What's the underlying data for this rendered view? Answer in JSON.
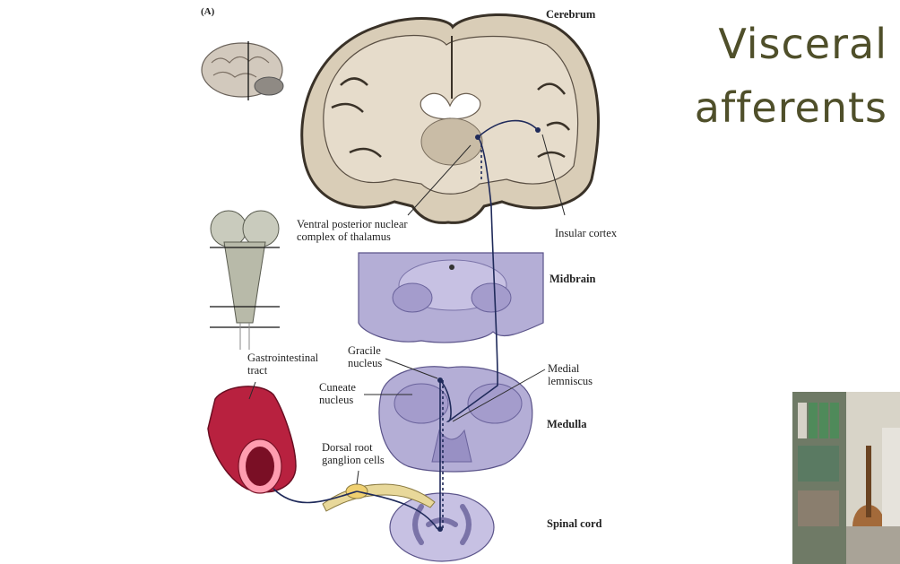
{
  "slide": {
    "title_line1": "Visceral",
    "title_line2": "afferents"
  },
  "figure": {
    "panel_label": "(A)",
    "region_labels": {
      "cerebrum": "Cerebrum",
      "midbrain": "Midbrain",
      "medulla": "Medulla",
      "spinal_cord": "Spinal cord"
    },
    "structure_labels": {
      "vpn_thalamus": "Ventral posterior nuclear\ncomplex of thalamus",
      "insular_cortex": "Insular cortex",
      "gi_tract": "Gastrointestinal\ntract",
      "gracile_nucleus": "Gracile\nnucleus",
      "cuneate_nucleus": "Cuneate\nnucleus",
      "medial_lemniscus": "Medial\nlemniscus",
      "drg_cells": "Dorsal root\nganglion cells"
    }
  },
  "colors": {
    "cortex": "#d9cdb7",
    "cortex_outline": "#3a3228",
    "section_purple": "#b4aed6",
    "pathway": "#1f2a5a",
    "gut": "#b8213f",
    "title": "#4f4f2a"
  },
  "webcam": {
    "icon": "presenter-video-icon"
  }
}
